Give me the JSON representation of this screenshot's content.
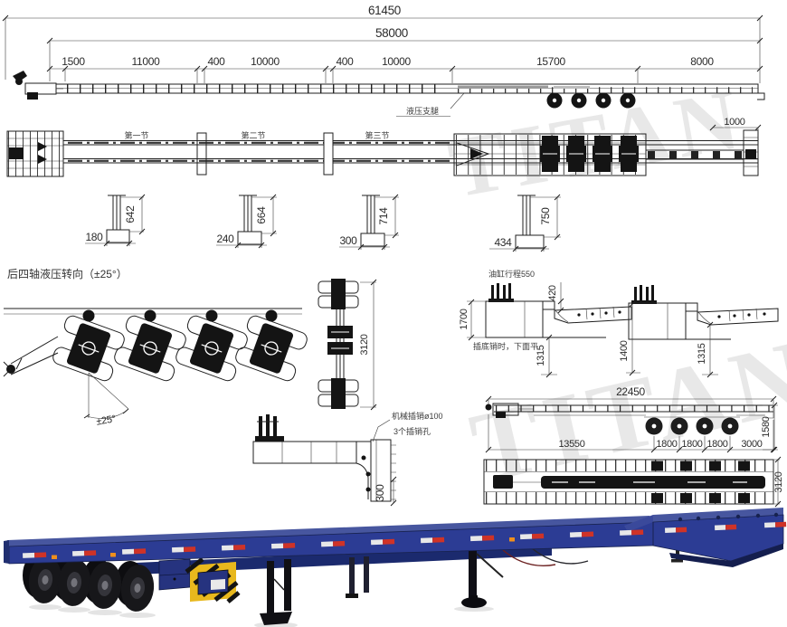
{
  "watermark": {
    "text": "TITAN"
  },
  "colors": {
    "line": "#1f1f1f",
    "trailer_blue": "#2c3c94",
    "trailer_blue_light": "#47569f",
    "trailer_navy": "#1b2a6e",
    "hazard_yellow": "#e8b81d",
    "reflective_red": "#cf3327",
    "marker_orange": "#ef8f1c"
  },
  "extended_side_view": {
    "dim_overall": "61450",
    "dim_deck": "58000",
    "segment_dims": [
      "1500",
      "11000",
      "400",
      "10000",
      "400",
      "10000",
      "15700",
      "8000"
    ],
    "hydraulic_leg_label": "液压支腿"
  },
  "extended_plan_view": {
    "section_labels": [
      "第一节",
      "第二节",
      "第三节"
    ],
    "dim_rear_overhang": "1000"
  },
  "cross_sections": [
    {
      "width": "180",
      "height": "642"
    },
    {
      "width": "240",
      "height": "664"
    },
    {
      "width": "300",
      "height": "714"
    },
    {
      "width": "434",
      "height": "750"
    }
  ],
  "steering_view": {
    "title": "后四轴液压转向（±25°）",
    "angle_label": "±25°",
    "dim_axle_track": "3120"
  },
  "gooseneck_detail_raised": {
    "cylinder_stroke_label": "油缸行程550",
    "dim_height": "1700",
    "dim_drop": "420",
    "dim_fifth_wheel": "1315",
    "note": "插底销时，下面平"
  },
  "gooseneck_detail_lowered": {
    "dim_height": "1400",
    "dim_fifth_wheel": "1315"
  },
  "retracted_side_view": {
    "dim_overall": "22450",
    "dim_front": "13550",
    "axle_spacing_dims": [
      "1800",
      "1800",
      "1800"
    ],
    "dim_rear": "3000",
    "dim_height": "1580"
  },
  "retracted_plan_view": {
    "dim_width": "3120"
  },
  "pin_detail": {
    "label_mechanical_pin": "机械插销ø100",
    "label_pin_holes": "3个插销孔",
    "dim_spacing": "300"
  }
}
